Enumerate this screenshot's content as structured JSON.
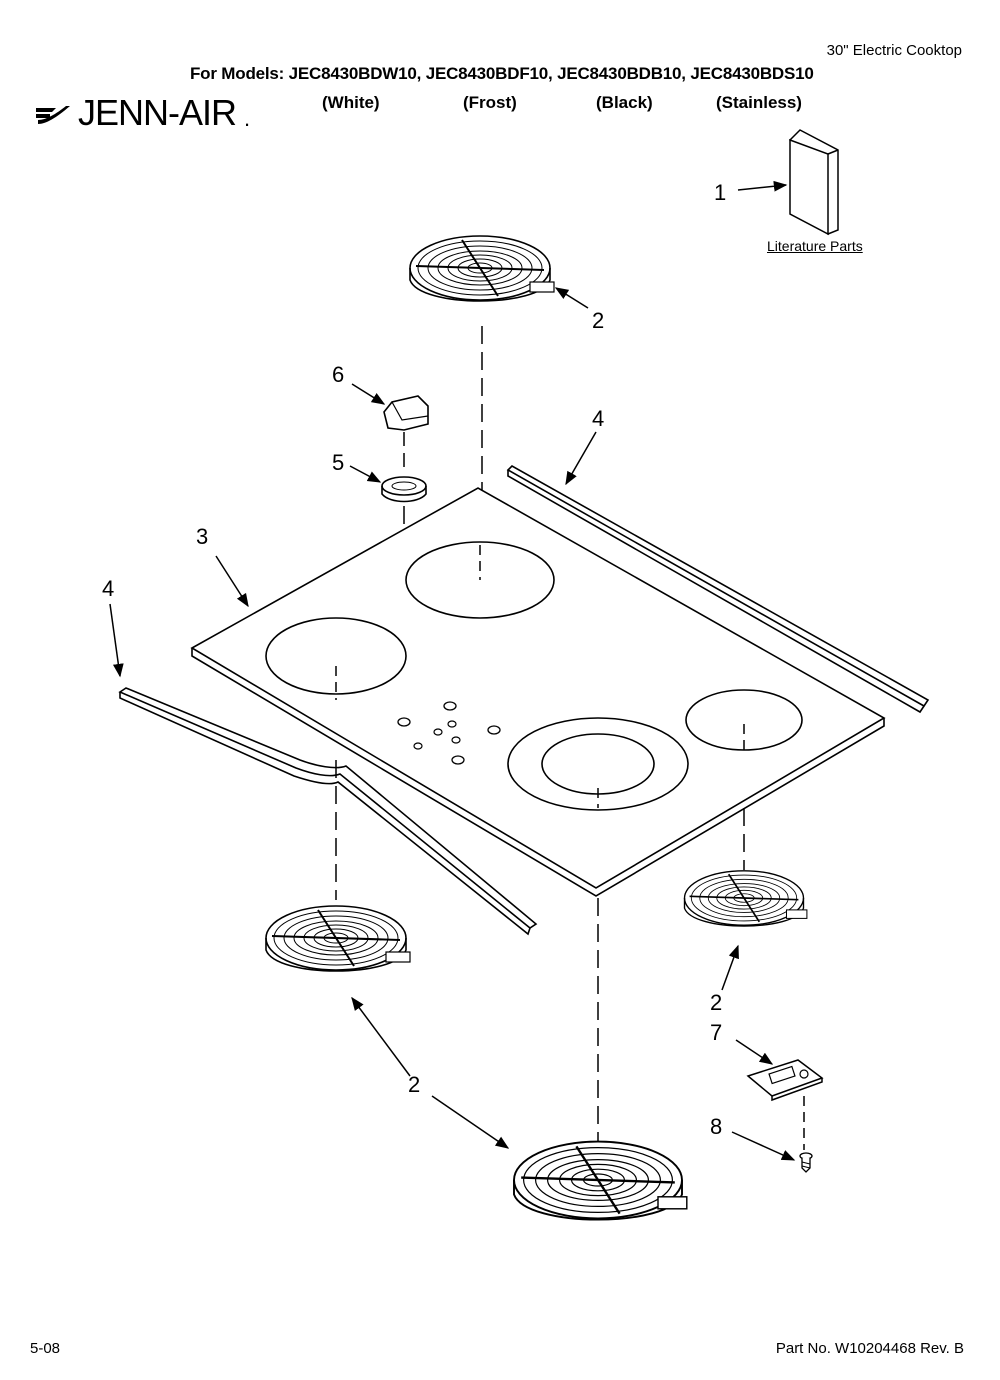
{
  "header": {
    "product_type": "30\" Electric Cooktop",
    "models_line": "For Models: JEC8430BDW10, JEC8430BDF10, JEC8430BDB10, JEC8430BDS10",
    "variants": [
      "(White)",
      "(Frost)",
      "(Black)",
      "(Stainless)"
    ],
    "brand": "JENN-AIR",
    "brand_registered": "."
  },
  "literature": {
    "label": "Literature Parts"
  },
  "callouts": {
    "c1": "1",
    "c2_top": "2",
    "c2_right": "2",
    "c2_bottom": "2",
    "c3": "3",
    "c4_left": "4",
    "c4_right": "4",
    "c5": "5",
    "c6": "6",
    "c7": "7",
    "c8": "8"
  },
  "footer": {
    "date": "5-08",
    "part_no": "Part No. W10204468 Rev. B"
  }
}
